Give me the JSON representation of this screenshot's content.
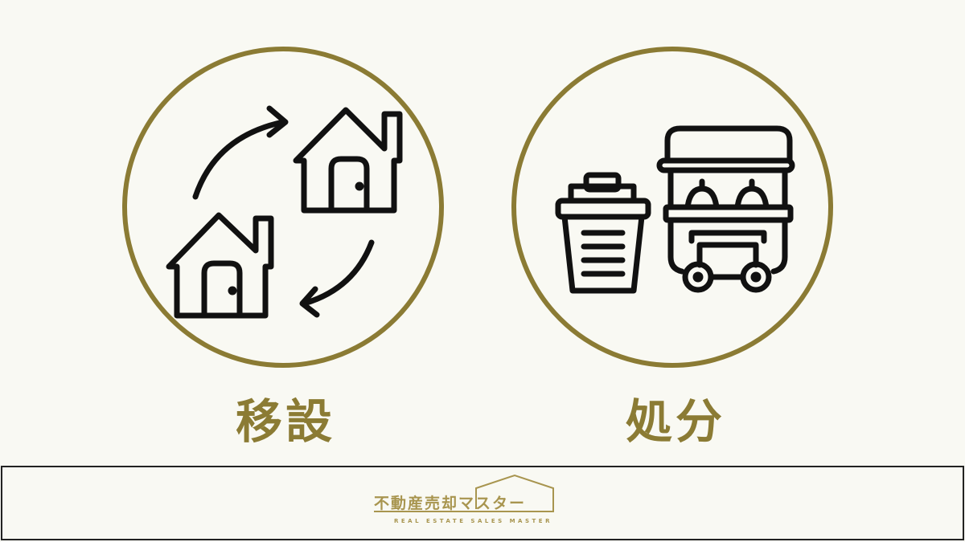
{
  "left": {
    "label": "移設",
    "icon": "house-relocation-icon"
  },
  "right": {
    "label": "処分",
    "icon": "trash-and-cart-icon"
  },
  "footer": {
    "logo_jp": "不動産売却マスター",
    "logo_en": "REAL ESTATE SALES MASTER"
  },
  "colors": {
    "accent": "#8b7b34",
    "background": "#f9f9f3"
  }
}
